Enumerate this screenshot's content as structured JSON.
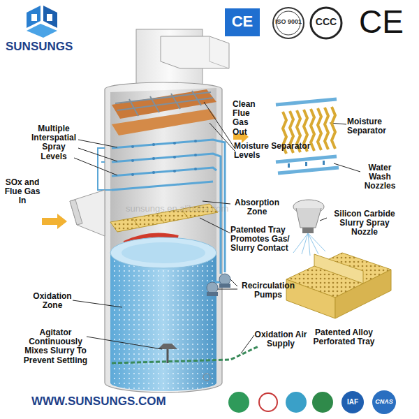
{
  "diagram": {
    "labels": [
      "SUNSUNGS",
      "CE",
      "ISO 9001",
      "CCC",
      "CE",
      "Clean Flue Gas Out",
      "Multiple Interspatial Spray Levels",
      "Moisture Separator Levels",
      "Moisture Separator",
      "SOx and Flue Gas In",
      "Water Wash Nozzles",
      "Absorption Zone",
      "sunsungs.en.alibaba.com",
      "Silicon Carbide Slurry Spray Nozzle",
      "Patented Tray Promotes Gas/ Slurry Contact",
      "Recirculation Pumps",
      "Oxidation Zone",
      "Agitator Continuously Mixes Slurry To Prevent Settling",
      "Oxidation Air Supply",
      "Patented Alloy Perforated Tray",
      "WWW.SUNSUNGS.COM",
      "IAF",
      "CNAS"
    ]
  }
}
